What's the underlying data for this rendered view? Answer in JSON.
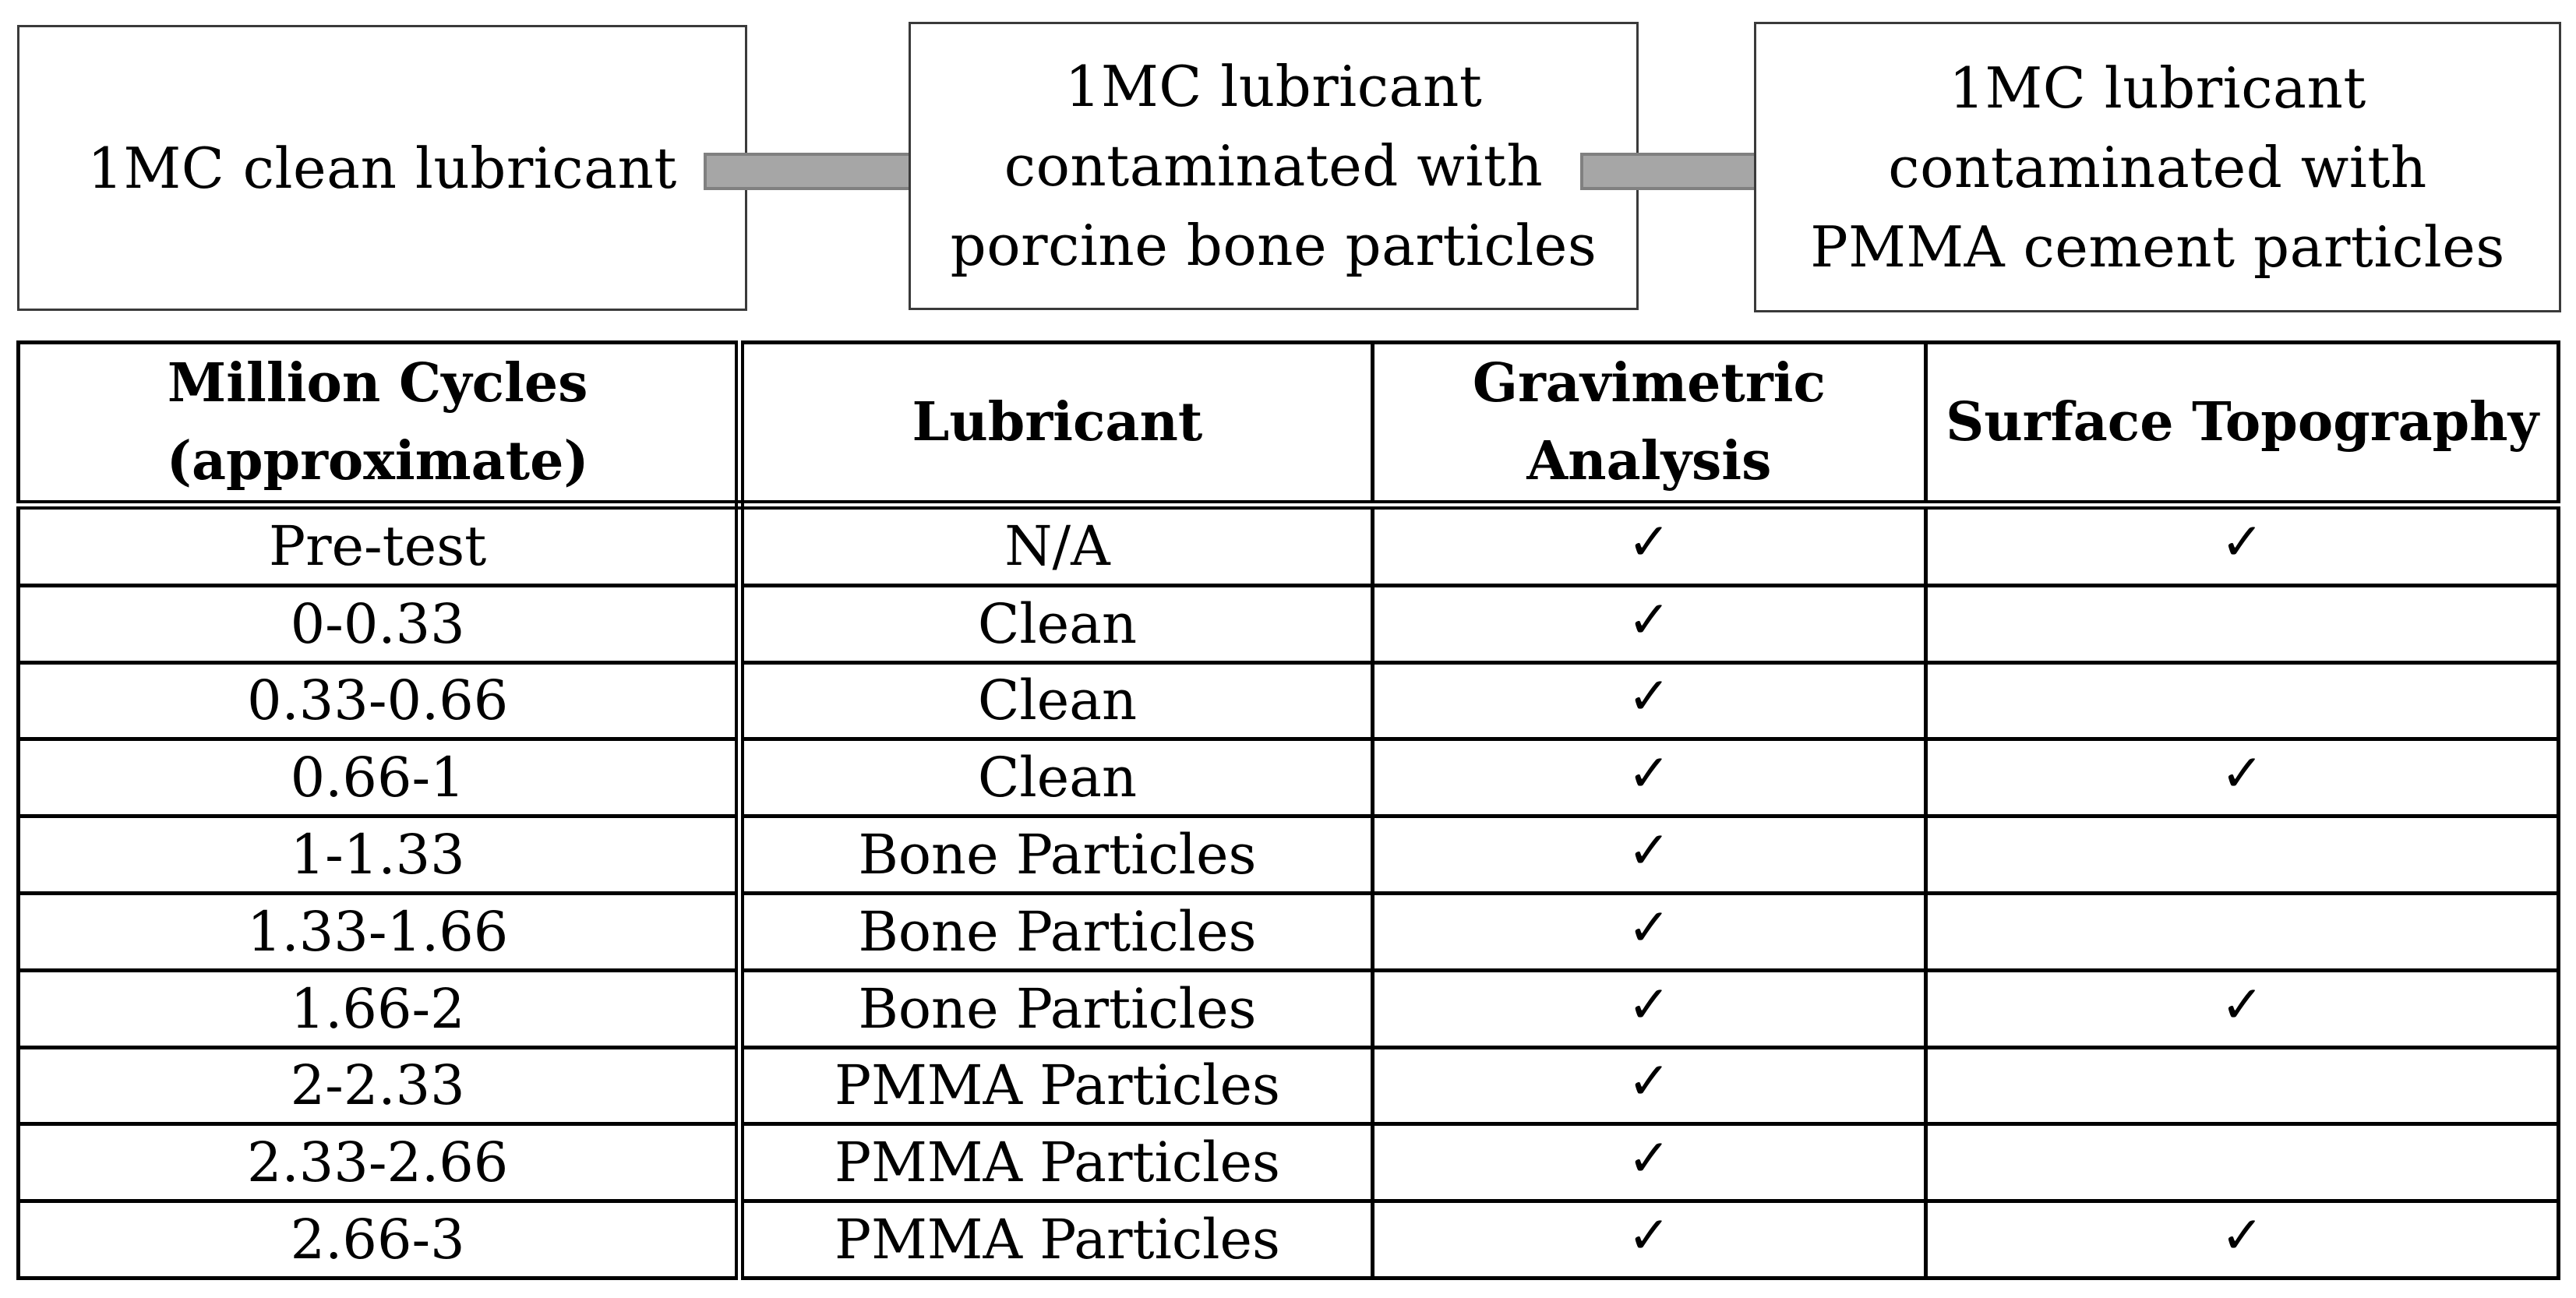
{
  "flow": {
    "steps": [
      {
        "lines": [
          "1MC clean lubricant"
        ]
      },
      {
        "lines": [
          "1MC lubricant",
          "contaminated with",
          "porcine bone particles"
        ]
      },
      {
        "lines": [
          "1MC lubricant",
          "contaminated with",
          "PMMA cement particles"
        ]
      }
    ],
    "arrow_color": "#a6a6a6",
    "arrow_outline": "#808080"
  },
  "table": {
    "headers": [
      {
        "lines": [
          "Million Cycles",
          "(approximate)"
        ]
      },
      {
        "lines": [
          "Lubricant"
        ]
      },
      {
        "lines": [
          "Gravimetric",
          "Analysis"
        ]
      },
      {
        "lines": [
          "Surface Topography"
        ]
      }
    ],
    "check_symbol": "✓",
    "rows": [
      {
        "cycles": "Pre-test",
        "lubricant": "N/A",
        "gravimetric": true,
        "topography": true
      },
      {
        "cycles": "0-0.33",
        "lubricant": "Clean",
        "gravimetric": true,
        "topography": false
      },
      {
        "cycles": "0.33-0.66",
        "lubricant": "Clean",
        "gravimetric": true,
        "topography": false
      },
      {
        "cycles": "0.66-1",
        "lubricant": "Clean",
        "gravimetric": true,
        "topography": true
      },
      {
        "cycles": "1-1.33",
        "lubricant": "Bone Particles",
        "gravimetric": true,
        "topography": false
      },
      {
        "cycles": "1.33-1.66",
        "lubricant": "Bone Particles",
        "gravimetric": true,
        "topography": false
      },
      {
        "cycles": "1.66-2",
        "lubricant": "Bone Particles",
        "gravimetric": true,
        "topography": true
      },
      {
        "cycles": "2-2.33",
        "lubricant": "PMMA Particles",
        "gravimetric": true,
        "topography": false
      },
      {
        "cycles": "2.33-2.66",
        "lubricant": "PMMA Particles",
        "gravimetric": true,
        "topography": false
      },
      {
        "cycles": "2.66-3",
        "lubricant": "PMMA Particles",
        "gravimetric": true,
        "topography": true
      }
    ]
  }
}
